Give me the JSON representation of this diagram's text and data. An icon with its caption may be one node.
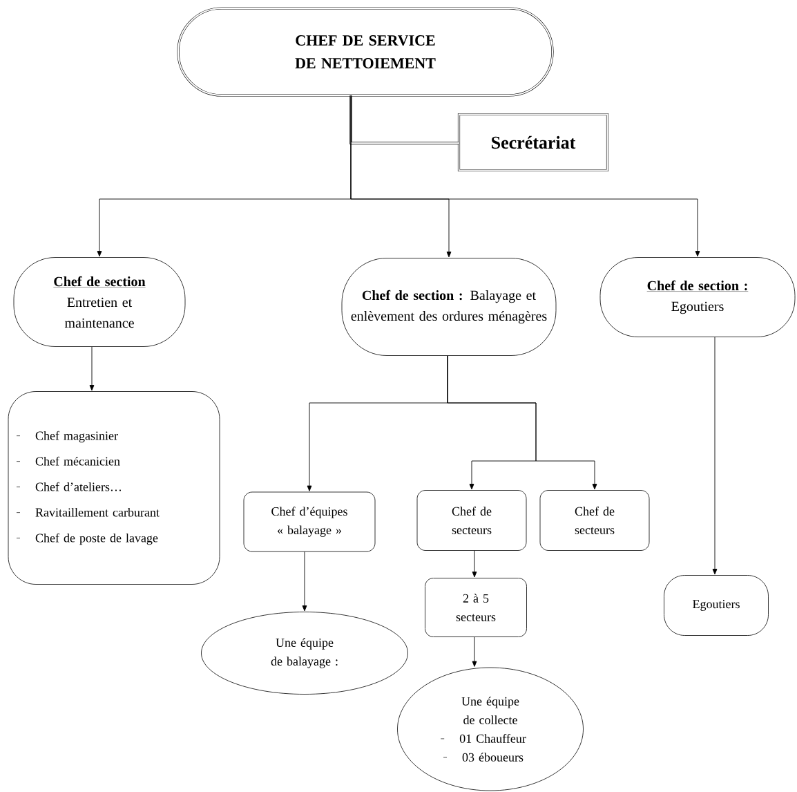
{
  "diagram": {
    "nodes": [
      {
        "text": [
          "CHEF DE SERVICE DE NETTOIEMENT"
        ]
      },
      {
        "text": [
          "Secrétariat"
        ]
      },
      {
        "text": [
          "Chef de section",
          "Entretien et maintenance"
        ]
      },
      {
        "text": [
          "Chef magasinier",
          "Chef mécanicien",
          "Chef d’ateliers…",
          "Ravitaillement carburant",
          "Chef de poste de lavage"
        ]
      },
      {
        "text": [
          "**Chef de section :** Balayage et enlèvement des ordures ménagères"
        ]
      },
      {
        "text": [
          "Chef de section :",
          "Egoutiers"
        ]
      },
      {
        "text": [
          "Chef d’équipes « balayage »"
        ]
      },
      {
        "text": [
          "Chef de secteurs"
        ]
      },
      {
        "text": [
          "Chef de secteurs"
        ]
      },
      {
        "text": [
          "2 à 5 secteurs"
        ]
      },
      {
        "text": [
          "Une équipe de balayage :"
        ]
      },
      {
        "text": [
          "Une équipe de collecte",
          "01 Chauffeur",
          "03 éboueurs"
        ]
      },
      {
        "text": [
          "Egoutiers"
        ]
      }
    ],
    "edges": [
      {
        "from": 0,
        "to": 1,
        "arrow": "none",
        "style": "thick"
      },
      {
        "from": 0,
        "to": 2,
        "arrow": "to"
      },
      {
        "from": 0,
        "to": 4,
        "arrow": "to"
      },
      {
        "from": 0,
        "to": 5,
        "arrow": "to"
      },
      {
        "from": 2,
        "to": 3,
        "arrow": "to"
      },
      {
        "from": 4,
        "to": 6,
        "arrow": "to"
      },
      {
        "from": 4,
        "to": 7,
        "arrow": "to"
      },
      {
        "from": 4,
        "to": 8,
        "arrow": "to"
      },
      {
        "from": 7,
        "to": 9,
        "arrow": "to"
      },
      {
        "from": 9,
        "to": 11,
        "arrow": "to"
      },
      {
        "from": 6,
        "to": 10,
        "arrow": "to"
      },
      {
        "from": 5,
        "to": 12,
        "arrow": "to"
      }
    ]
  }
}
